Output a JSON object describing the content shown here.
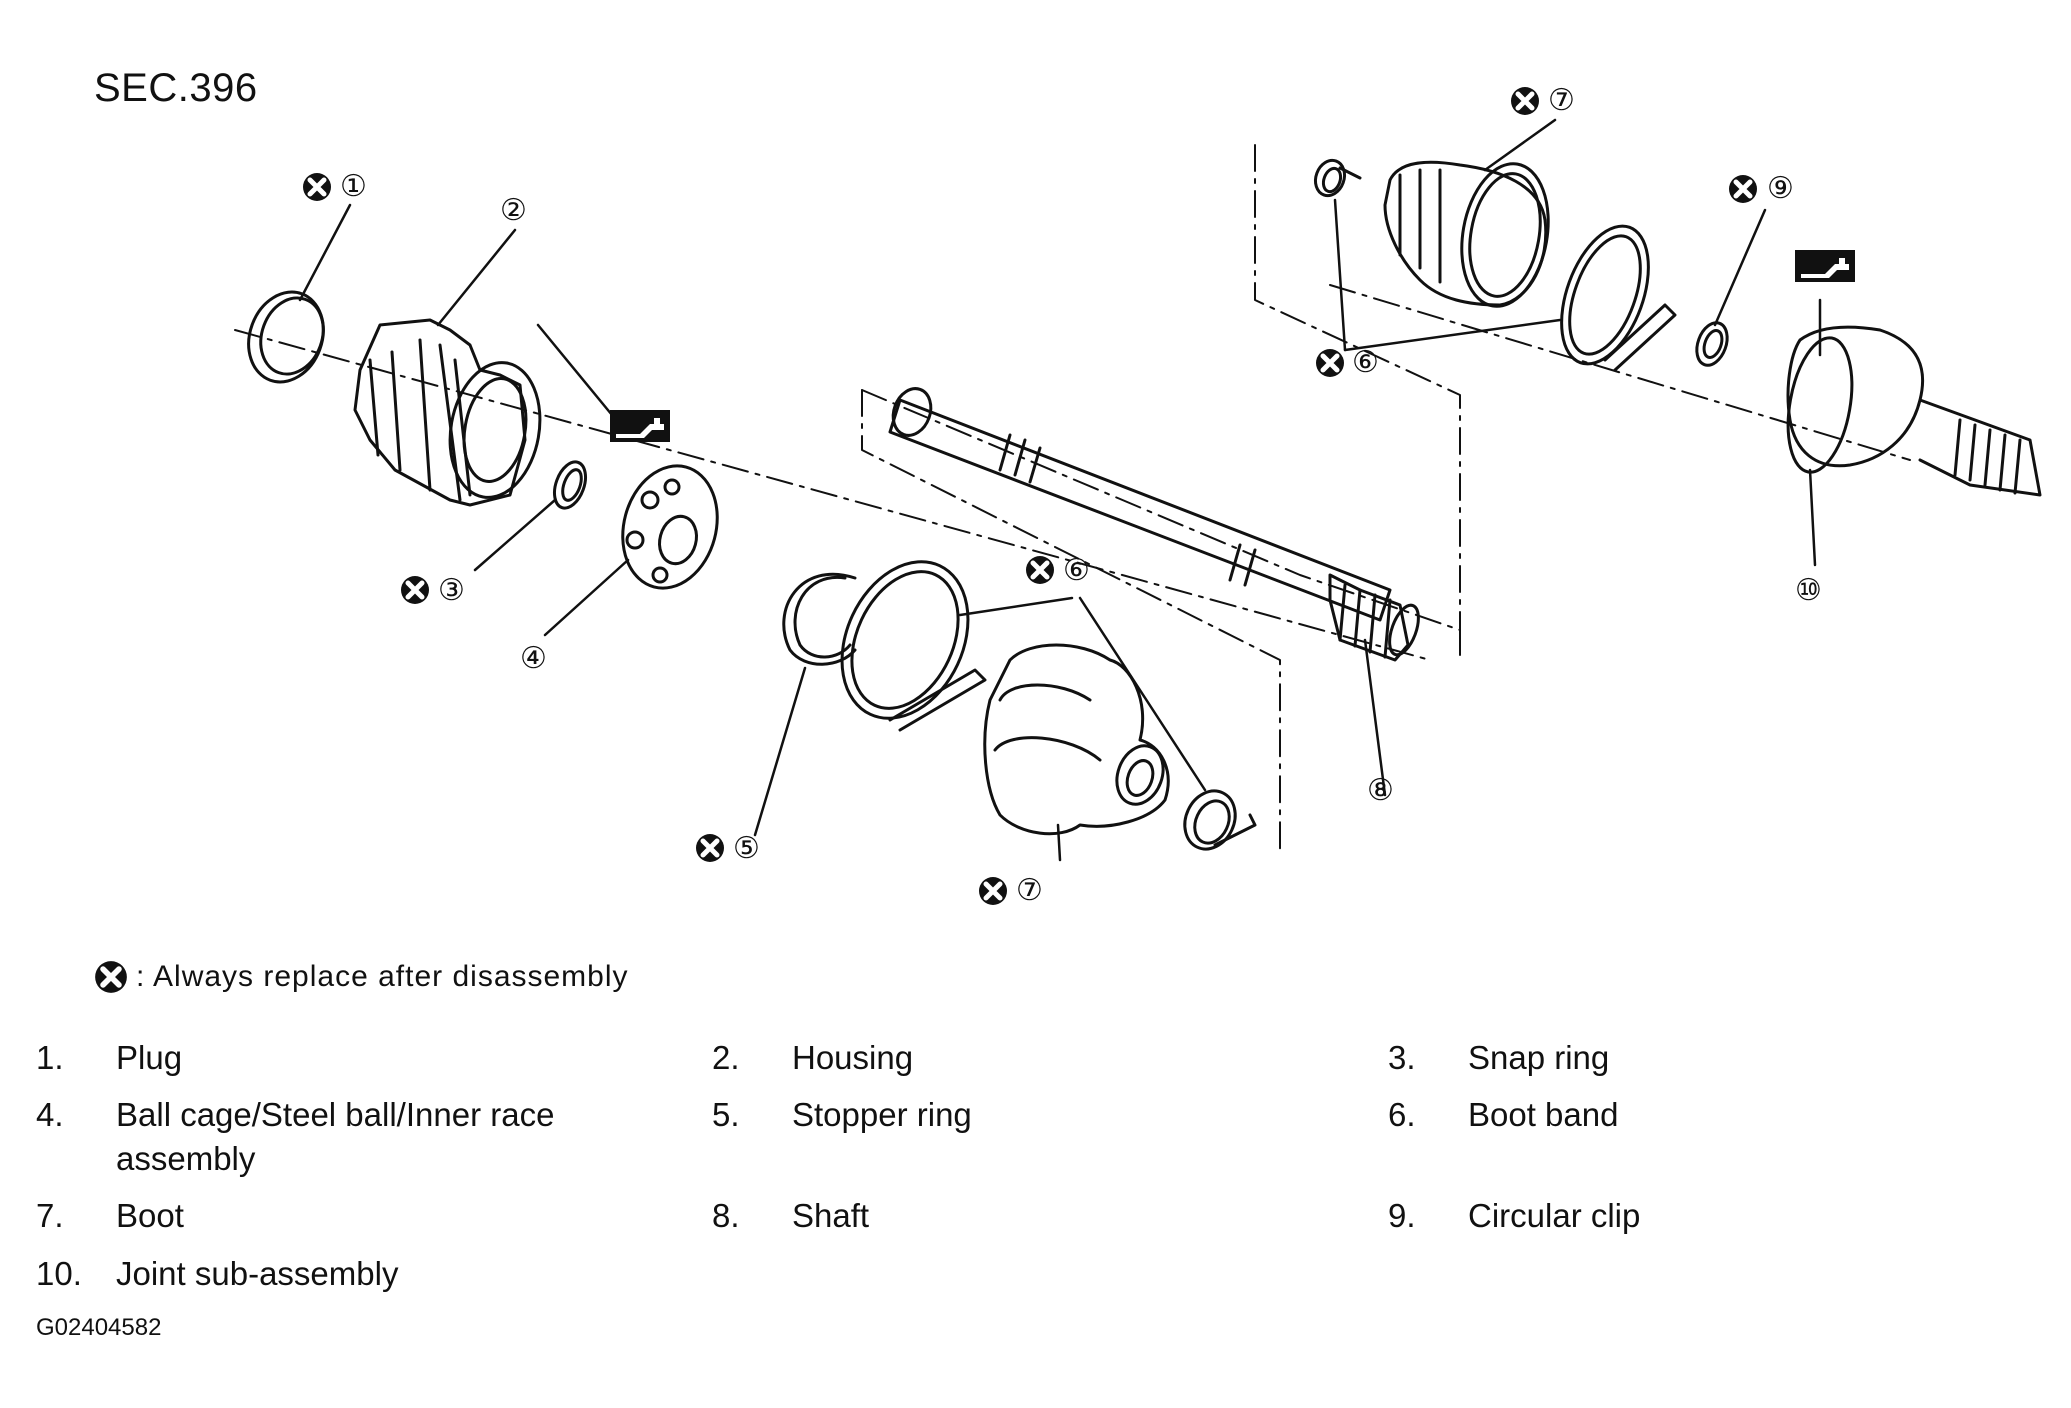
{
  "section_title": "SEC.396",
  "legend_note": {
    "icon": "replace-mark-icon",
    "text": ": Always replace after disassembly"
  },
  "callouts": [
    "①",
    "②",
    "③",
    "④",
    "⑤",
    "⑥",
    "⑦",
    "⑧",
    "⑨",
    "⑩"
  ],
  "parts": [
    {
      "num": "1.",
      "name": "Plug"
    },
    {
      "num": "2.",
      "name": "Housing"
    },
    {
      "num": "3.",
      "name": "Snap ring"
    },
    {
      "num": "4.",
      "name": "Ball cage/Steel ball/Inner race assembly"
    },
    {
      "num": "5.",
      "name": "Stopper ring"
    },
    {
      "num": "6.",
      "name": "Boot band"
    },
    {
      "num": "7.",
      "name": "Boot"
    },
    {
      "num": "8.",
      "name": "Shaft"
    },
    {
      "num": "9.",
      "name": "Circular clip"
    },
    {
      "num": "10.",
      "name": "Joint sub-assembly"
    }
  ],
  "figure_id": "G02404582",
  "icons": [
    "grease-icon",
    "replace-mark-icon"
  ]
}
